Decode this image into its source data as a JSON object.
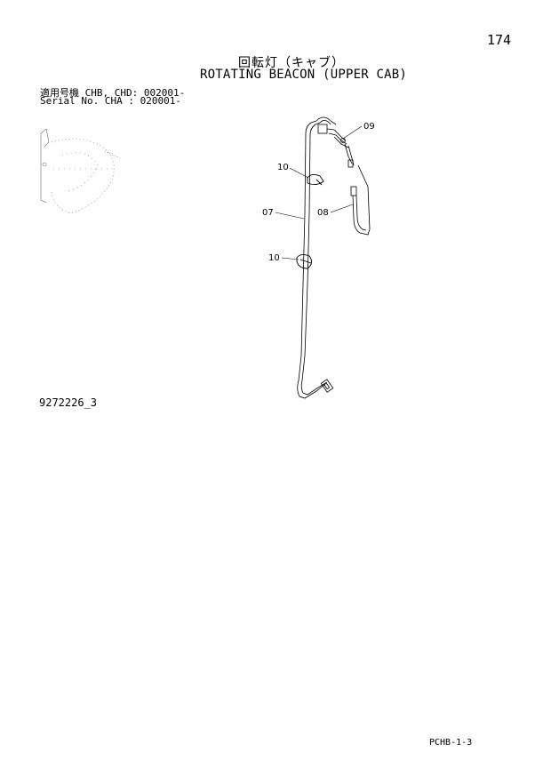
{
  "page": {
    "number": "174",
    "title_jp": "回転灯（キャブ）",
    "title_en": "ROTATING BEACON (UPPER CAB)"
  },
  "serial": {
    "line1": "適用号機  CHB, CHD: 002001-",
    "line2": "Serial No. CHA     : 020001-"
  },
  "callouts": {
    "c09": "09",
    "c10a": "10",
    "c07": "07",
    "c08": "08",
    "c10b": "10"
  },
  "drawing_id": "9272226_3",
  "footer_code": "PCHB-1-3"
}
